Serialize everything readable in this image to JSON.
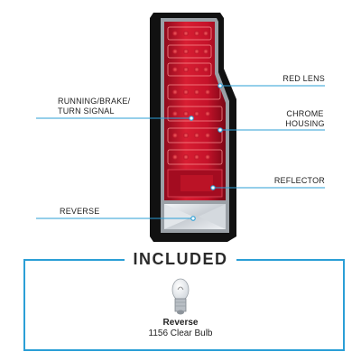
{
  "callouts": {
    "red_lens": "RED LENS",
    "chrome_housing": [
      "CHROME",
      "HOUSING"
    ],
    "running_brake_turn": [
      "RUNNING/BRAKE/",
      "TURN SIGNAL"
    ],
    "reflector": "REFLECTOR",
    "reverse": "REVERSE"
  },
  "included": {
    "title": "INCLUDED",
    "bulb_name": "Reverse",
    "bulb_desc": "1156 Clear Bulb"
  },
  "colors": {
    "accent": "#2b9fd6",
    "lens_red": "#c8102e",
    "housing_black": "#111111"
  }
}
